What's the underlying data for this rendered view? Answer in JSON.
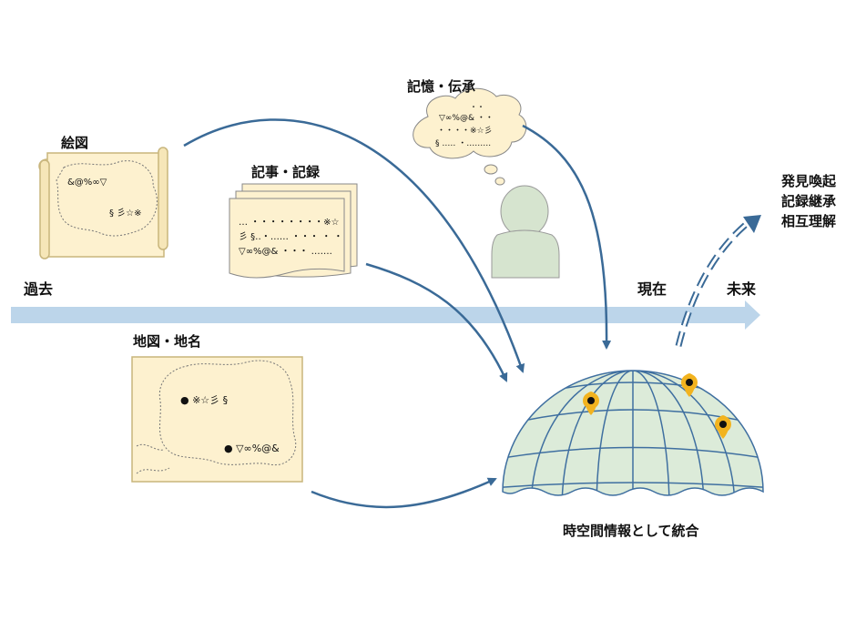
{
  "colors": {
    "paper": "#fdf1cf",
    "paper_edge": "#c8b57c",
    "timeline": "#bcd5ea",
    "arrow": "#3a6a97",
    "globe_fill": "#dcebd9",
    "globe_line": "#3f6fa0",
    "person": "#d6e4cf",
    "pin": "#f2b31f"
  },
  "labels": {
    "past": "過去",
    "present": "現在",
    "future": "未来",
    "picture_map": "絵図",
    "articles": "記事・記録",
    "memory": "記憶・伝承",
    "maps": "地図・地名",
    "integrate": "時空間情報として統合"
  },
  "goals": [
    "発見喚起",
    "記録継承",
    "相互理解"
  ],
  "scroll_texts": [
    "&@%∞▽",
    "§ 彡☆※"
  ],
  "document_lines": [
    "… ・・・・・・・・※☆",
    "彡 §‥・…… ・・・ ・ ・",
    "▽∞%@& ・・・ ……."
  ],
  "cloud_lines": [
    "・・",
    "▽∞%@& ・・",
    "・・・・※☆彡",
    "§ ‥…  ・‥……."
  ],
  "map_points": [
    "● ※☆彡 §",
    "● ▽∞%@&"
  ]
}
